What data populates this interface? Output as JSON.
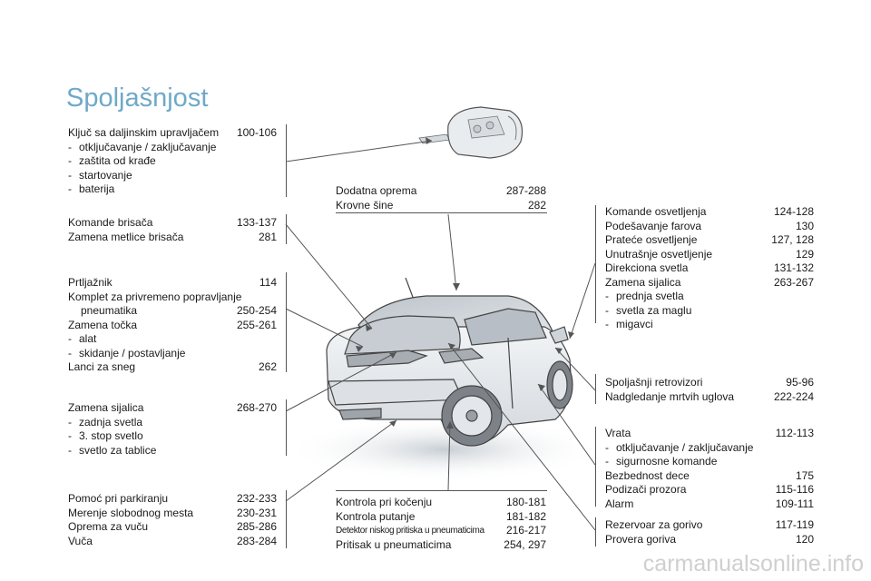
{
  "title": "Spoljašnjost",
  "watermark": "carmanualsonline.info",
  "blocks": {
    "key": [
      {
        "label": "Ključ sa daljinskim upravljačem",
        "page": "100-106",
        "kind": "main"
      },
      {
        "label": "otključavanje / zaključavanje",
        "page": "",
        "kind": "sub"
      },
      {
        "label": "zaštita od krađe",
        "page": "",
        "kind": "sub"
      },
      {
        "label": "startovanje",
        "page": "",
        "kind": "sub"
      },
      {
        "label": "baterija",
        "page": "",
        "kind": "sub"
      }
    ],
    "wipers": [
      {
        "label": "Komande brisača",
        "page": "133-137",
        "kind": "main"
      },
      {
        "label": "Zamena metlice brisača",
        "page": "281",
        "kind": "main"
      }
    ],
    "boot": [
      {
        "label": "Prtljažnik",
        "page": "114",
        "kind": "main"
      },
      {
        "label": "Komplet za privremeno popravljanje",
        "page": "",
        "kind": "main"
      },
      {
        "label": "pneumatika",
        "page": "250-254",
        "kind": "indent"
      },
      {
        "label": "Zamena točka",
        "page": "255-261",
        "kind": "main"
      },
      {
        "label": "alat",
        "page": "",
        "kind": "sub"
      },
      {
        "label": "skidanje / postavljanje",
        "page": "",
        "kind": "sub"
      },
      {
        "label": "Lanci za sneg",
        "page": "262",
        "kind": "main"
      }
    ],
    "rear_bulbs": [
      {
        "label": "Zamena sijalica",
        "page": "268-270",
        "kind": "main"
      },
      {
        "label": "zadnja svetla",
        "page": "",
        "kind": "sub"
      },
      {
        "label": "3. stop svetlo",
        "page": "",
        "kind": "sub"
      },
      {
        "label": "svetlo za tablice",
        "page": "",
        "kind": "sub"
      }
    ],
    "parking": [
      {
        "label": "Pomoć pri parkiranju",
        "page": "232-233",
        "kind": "main"
      },
      {
        "label": "Merenje slobodnog mesta",
        "page": "230-231",
        "kind": "main"
      },
      {
        "label": "Oprema za vuču",
        "page": "285-286",
        "kind": "main"
      },
      {
        "label": "Vuča",
        "page": "283-284",
        "kind": "main"
      }
    ],
    "accessories": [
      {
        "label": "Dodatna oprema",
        "page": "287-288",
        "kind": "main"
      },
      {
        "label": "Krovne šine",
        "page": "282",
        "kind": "main"
      }
    ],
    "braking": [
      {
        "label": "Kontrola pri kočenju",
        "page": "180-181",
        "kind": "main"
      },
      {
        "label": "Kontrola putanje",
        "page": "181-182",
        "kind": "main"
      },
      {
        "label": "Detektor niskog pritiska u pneumaticima",
        "page": "216-217",
        "kind": "narrow"
      },
      {
        "label": "Pritisak u pneumaticima",
        "page": "254, 297",
        "kind": "main"
      }
    ],
    "lighting": [
      {
        "label": "Komande osvetljenja",
        "page": "124-128",
        "kind": "main"
      },
      {
        "label": "Podešavanje farova",
        "page": "130",
        "kind": "main"
      },
      {
        "label": "Prateće osvetljenje",
        "page": "127, 128",
        "kind": "main"
      },
      {
        "label": "Unutrašnje osvetljenje",
        "page": "129",
        "kind": "main"
      },
      {
        "label": "Direkciona svetla",
        "page": "131-132",
        "kind": "main"
      },
      {
        "label": "Zamena sijalica",
        "page": "263-267",
        "kind": "main"
      },
      {
        "label": "prednja svetla",
        "page": "",
        "kind": "sub"
      },
      {
        "label": "svetla za maglu",
        "page": "",
        "kind": "sub"
      },
      {
        "label": "migavci",
        "page": "",
        "kind": "sub"
      }
    ],
    "mirrors": [
      {
        "label": "Spoljašnji retrovizori",
        "page": "95-96",
        "kind": "main"
      },
      {
        "label": "Nadgledanje mrtvih uglova",
        "page": "222-224",
        "kind": "main"
      }
    ],
    "doors": [
      {
        "label": "Vrata",
        "page": "112-113",
        "kind": "main"
      },
      {
        "label": "otključavanje / zaključavanje",
        "page": "",
        "kind": "sub"
      },
      {
        "label": "sigurnosne komande",
        "page": "",
        "kind": "sub"
      },
      {
        "label": "Bezbednost dece",
        "page": "175",
        "kind": "main"
      },
      {
        "label": "Podizači prozora",
        "page": "115-116",
        "kind": "main"
      },
      {
        "label": "Alarm",
        "page": "109-111",
        "kind": "main"
      }
    ],
    "fuel": [
      {
        "label": "Rezervoar za gorivo",
        "page": "117-119",
        "kind": "main"
      },
      {
        "label": "Provera goriva",
        "page": "120",
        "kind": "main"
      }
    ]
  }
}
